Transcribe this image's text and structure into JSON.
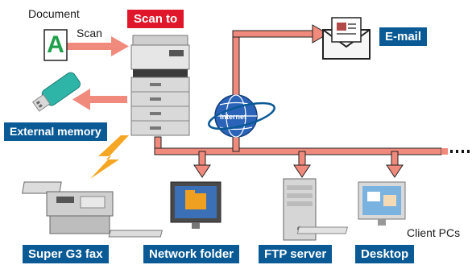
{
  "labels": {
    "document": "Document",
    "scan": "Scan",
    "scan_to": "Scan to",
    "email": "E-mail",
    "internet": "Internet",
    "external_memory": "External memory",
    "super_g3_fax": "Super G3 fax",
    "network_folder": "Network folder",
    "ftp_server": "FTP server",
    "desktop": "Desktop",
    "client_pcs": "Client PCs",
    "document_letter": "A"
  },
  "colors": {
    "tag_blue": "#0a5a96",
    "tag_red": "#e0172b",
    "network_line": "#f08a7c",
    "flash_bolt": "#f5a623"
  }
}
